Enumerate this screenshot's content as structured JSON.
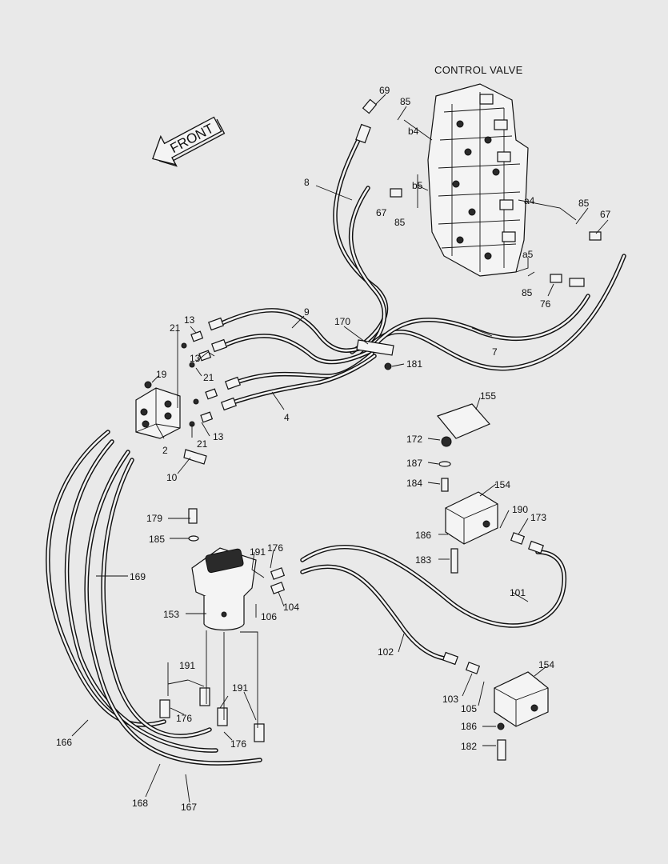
{
  "diagram": {
    "title": "CONTROL VALVE",
    "direction": "FRONT",
    "labels": [
      "69",
      "85",
      "b4",
      "b5",
      "67",
      "85",
      "8",
      "a4",
      "85",
      "67",
      "a5",
      "85",
      "76",
      "9",
      "170",
      "7",
      "4",
      "181",
      "13",
      "21",
      "13",
      "21",
      "19",
      "2",
      "21",
      "13",
      "10",
      "155",
      "172",
      "187",
      "184",
      "154",
      "190",
      "173",
      "186",
      "183",
      "179",
      "185",
      "191",
      "176",
      "104",
      "106",
      "153",
      "169",
      "101",
      "102",
      "154",
      "103",
      "105",
      "186",
      "182",
      "191",
      "191",
      "176",
      "176",
      "166",
      "168",
      "167"
    ]
  }
}
